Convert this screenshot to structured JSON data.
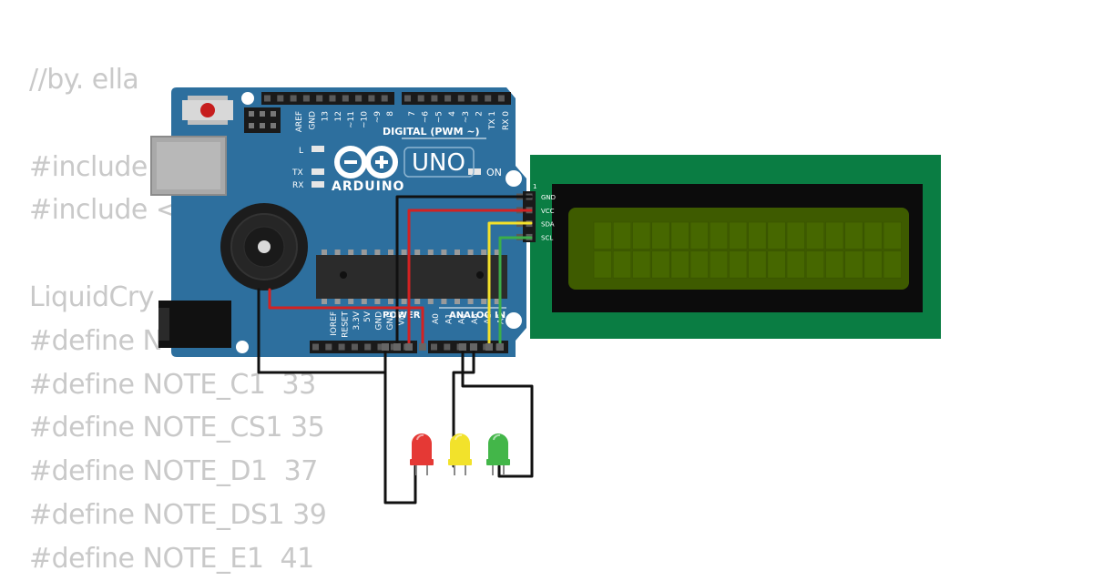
{
  "code_lines": [
    "//by. ella",
    "",
    "#include",
    "#include <",
    "",
    "LiquidCry",
    "#define N",
    "#define NOTE_C1  33",
    "#define NOTE_CS1 35",
    "#define NOTE_D1  37",
    "#define NOTE_DS1 39",
    "#define NOTE_E1  41"
  ],
  "arduino": {
    "brand": "ARDUINO",
    "model": "UNO",
    "header_digital_label": "DIGITAL (PWM ~)",
    "digital_pins_left": [
      "AREF",
      "GND",
      "13",
      "12",
      "~11",
      "~10",
      "~9",
      "8"
    ],
    "digital_pins_right": [
      "7",
      "~6",
      "~5",
      "4",
      "~3",
      "2",
      "TX 1",
      "RX 0"
    ],
    "led_l": "L",
    "led_tx": "TX",
    "led_rx": "RX",
    "led_on": "ON",
    "power_label": "POWER",
    "analog_label": "ANALOG IN",
    "power_pins": [
      "IOREF",
      "RESET",
      "3.3V",
      "5V",
      "GND",
      "GND",
      "VIN"
    ],
    "analog_pins": [
      "A0",
      "A1",
      "A2",
      "A3",
      "A4",
      "A5"
    ]
  },
  "lcd": {
    "pin1": "1",
    "pins": [
      "GND",
      "VCC",
      "SDA",
      "SCL"
    ]
  },
  "leds": [
    {
      "name": "red",
      "color": "#e53935"
    },
    {
      "name": "yellow",
      "color": "#f2e22b"
    },
    {
      "name": "green",
      "color": "#43b649"
    }
  ],
  "colors": {
    "board": "#2d6f9e",
    "lcd_pcb": "#0a7d43",
    "lcd_screen": "#3e5b00",
    "wire_black": "#111111",
    "wire_red": "#d32222",
    "wire_yellow": "#f4e12a",
    "wire_green": "#3cae49"
  }
}
